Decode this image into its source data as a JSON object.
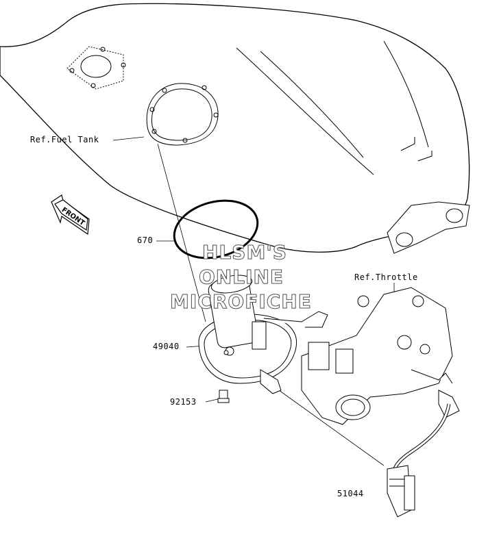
{
  "labels": {
    "fuel_tank": "Ref.Fuel Tank",
    "throttle": "Ref.Throttle",
    "part_670": "670",
    "part_49040": "49040",
    "part_92153": "92153",
    "part_51044": "51044"
  },
  "front_arrow": {
    "text": "FRONT"
  },
  "watermark": {
    "line1": "HLSM'S",
    "line2": "ONLINE",
    "line3": "MICROFICHE"
  }
}
